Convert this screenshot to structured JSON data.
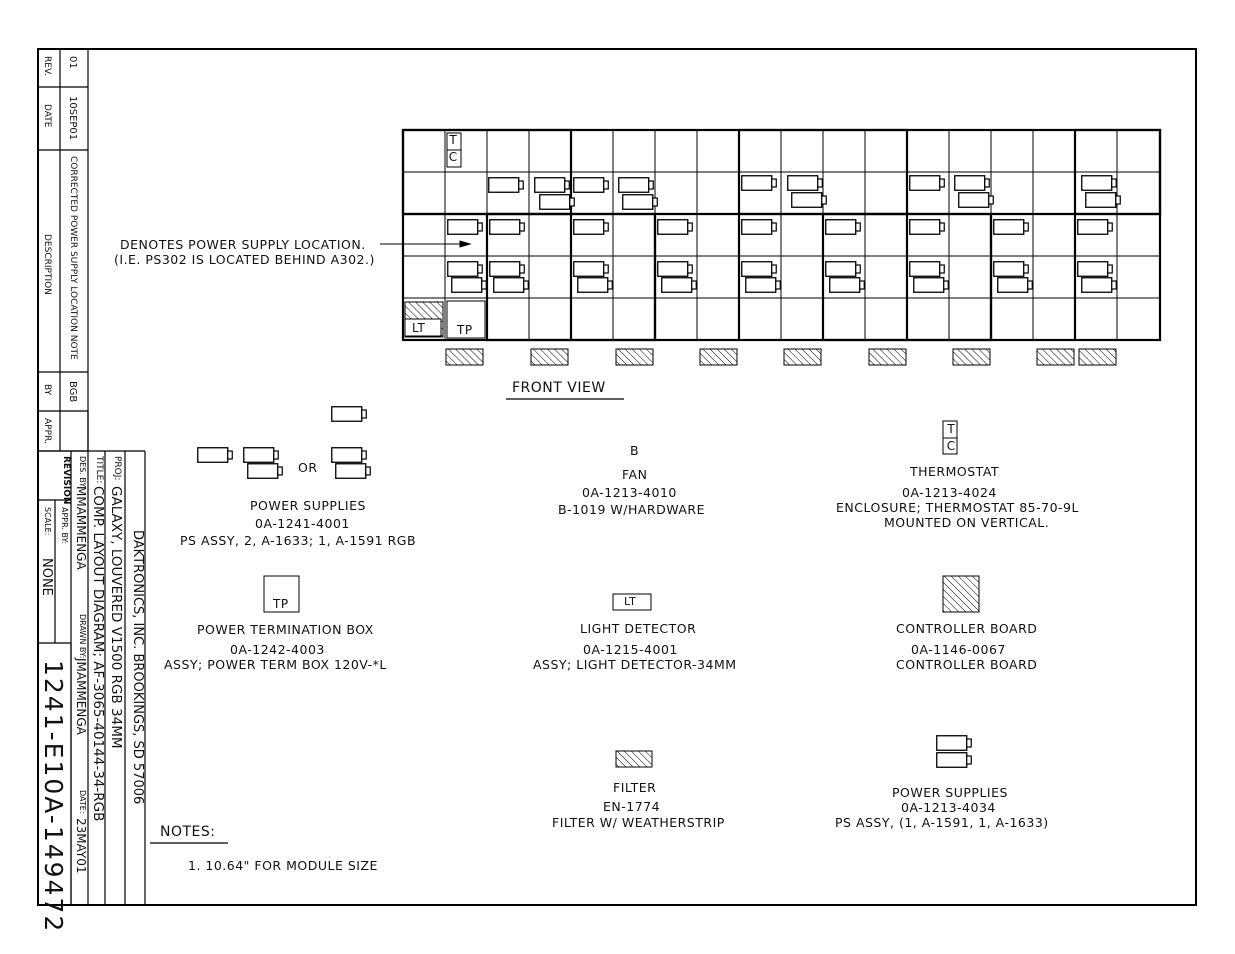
{
  "revision_block": {
    "headers": {
      "rev": "REV.",
      "date": "DATE",
      "description": "DESCRIPTION",
      "by": "BY",
      "appr": "APPR."
    },
    "entry": {
      "rev": "01",
      "date": "10SEP01",
      "description": "CORRECTED POWER SUPPLY LOCATION NOTE",
      "by": "BGB"
    },
    "label": "REVISION"
  },
  "title_block": {
    "company": "DAKTRONICS, INC.   BROOKINGS, SD 57006",
    "proj_label": "PROJ:",
    "proj": "GALAXY, LOUVERED V1500 RGB 34MM",
    "title_label": "TITLE:",
    "title": "COMP. LAYOUT DIAGRAM; AF-3065-40144-34-RGB",
    "des_by_label": "DES. BY:",
    "des_by": "MMAMMENGA",
    "drawn_by_label": "DRAWN BY:",
    "drawn_by": "JMAMMENGA",
    "date_label": "DATE:",
    "date": "23MAY01",
    "appr_by_label": "APPR. BY:",
    "scale_label": "SCALE:",
    "scale": "NONE",
    "drawing_number": "1241-E10A-149472"
  },
  "diagram": {
    "callout_line1": "DENOTES POWER SUPPLY LOCATION.",
    "callout_line2": "(I.E. PS302 IS LOCATED BEHIND A302.)",
    "front_view": "FRONT VIEW",
    "cell_tc": "TC",
    "cell_lt": "LT",
    "cell_tp": "TP"
  },
  "legend": {
    "ps1": {
      "or": "OR",
      "name": "POWER SUPPLIES",
      "part": "0A-1241-4001",
      "desc": "PS ASSY, 2, A-1633; 1, A-1591 RGB"
    },
    "fan": {
      "symbol": "B",
      "name": "FAN",
      "part": "0A-1213-4010",
      "desc": "B-1019 W/HARDWARE"
    },
    "thermostat": {
      "name": "THERMOSTAT",
      "part": "0A-1213-4024",
      "desc": "ENCLOSURE; THERMOSTAT 85-70-9L",
      "note": "MOUNTED ON VERTICAL."
    },
    "tp": {
      "symbol": "TP",
      "name": "POWER TERMINATION BOX",
      "part": "0A-1242-4003",
      "desc": "ASSY; POWER TERM BOX 120V-*L"
    },
    "lt": {
      "symbol": "LT",
      "name": "LIGHT DETECTOR",
      "part": "0A-1215-4001",
      "desc": "ASSY; LIGHT DETECTOR-34MM"
    },
    "controller": {
      "name": "CONTROLLER BOARD",
      "part": "0A-1146-0067",
      "desc": "CONTROLLER BOARD"
    },
    "filter": {
      "name": "FILTER",
      "part": "EN-1774",
      "desc": "FILTER W/ WEATHERSTRIP"
    },
    "ps2": {
      "name": "POWER SUPPLIES",
      "part": "0A-1213-4034",
      "desc": "PS ASSY, (1, A-1591, 1, A-1633)"
    }
  },
  "notes": {
    "heading": "NOTES:",
    "items": [
      "1.   10.64\" FOR MODULE SIZE"
    ]
  }
}
